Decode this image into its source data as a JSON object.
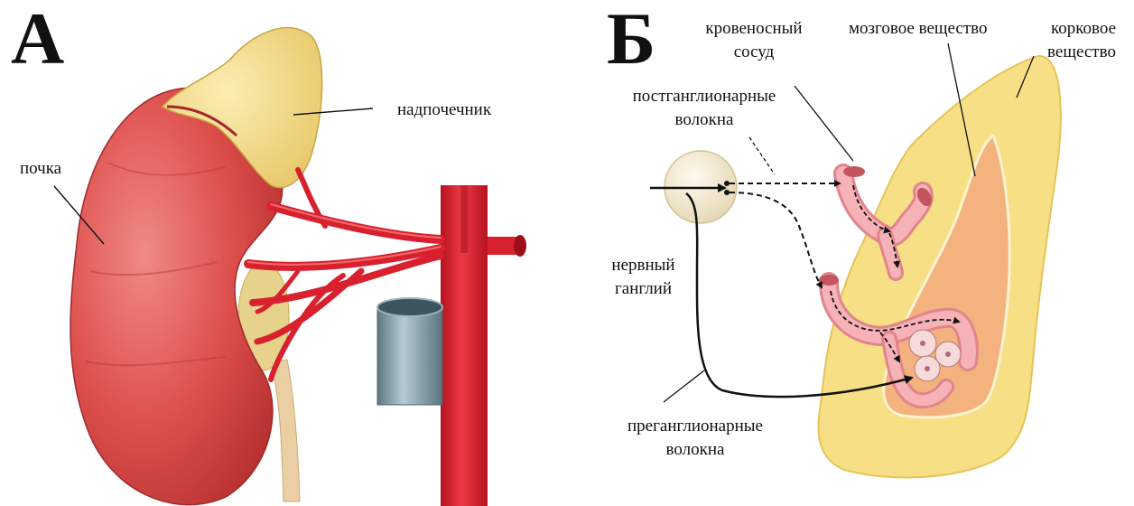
{
  "panel_a": {
    "letter": "А",
    "labels": {
      "kidney": "почка",
      "adrenal_gland": "надпочечник"
    }
  },
  "panel_b": {
    "letter": "Б",
    "labels": {
      "blood_vessel_line1": "кровеносный",
      "blood_vessel_line2": "сосуд",
      "medulla": "мозговое вещество",
      "cortex_line1": "корковое",
      "cortex_line2": "вещество",
      "postganglionic_line1": "постганглионарные",
      "postganglionic_line2": "волокна",
      "ganglion_line1": "нервный",
      "ganglion_line2": "ганглий",
      "preganglionic_line1": "преганглионарные",
      "preganglionic_line2": "волокна"
    }
  },
  "colors": {
    "kidney": "#d94a48",
    "adrenal_fat": "#f4dd86",
    "artery": "#d8202e",
    "vein_blue": "#8fa6b0",
    "cortex": "#f7e08a",
    "medulla": "#f3b27e",
    "vessel_pink": "#f29aa0",
    "ganglion": "#f1e8c8"
  }
}
